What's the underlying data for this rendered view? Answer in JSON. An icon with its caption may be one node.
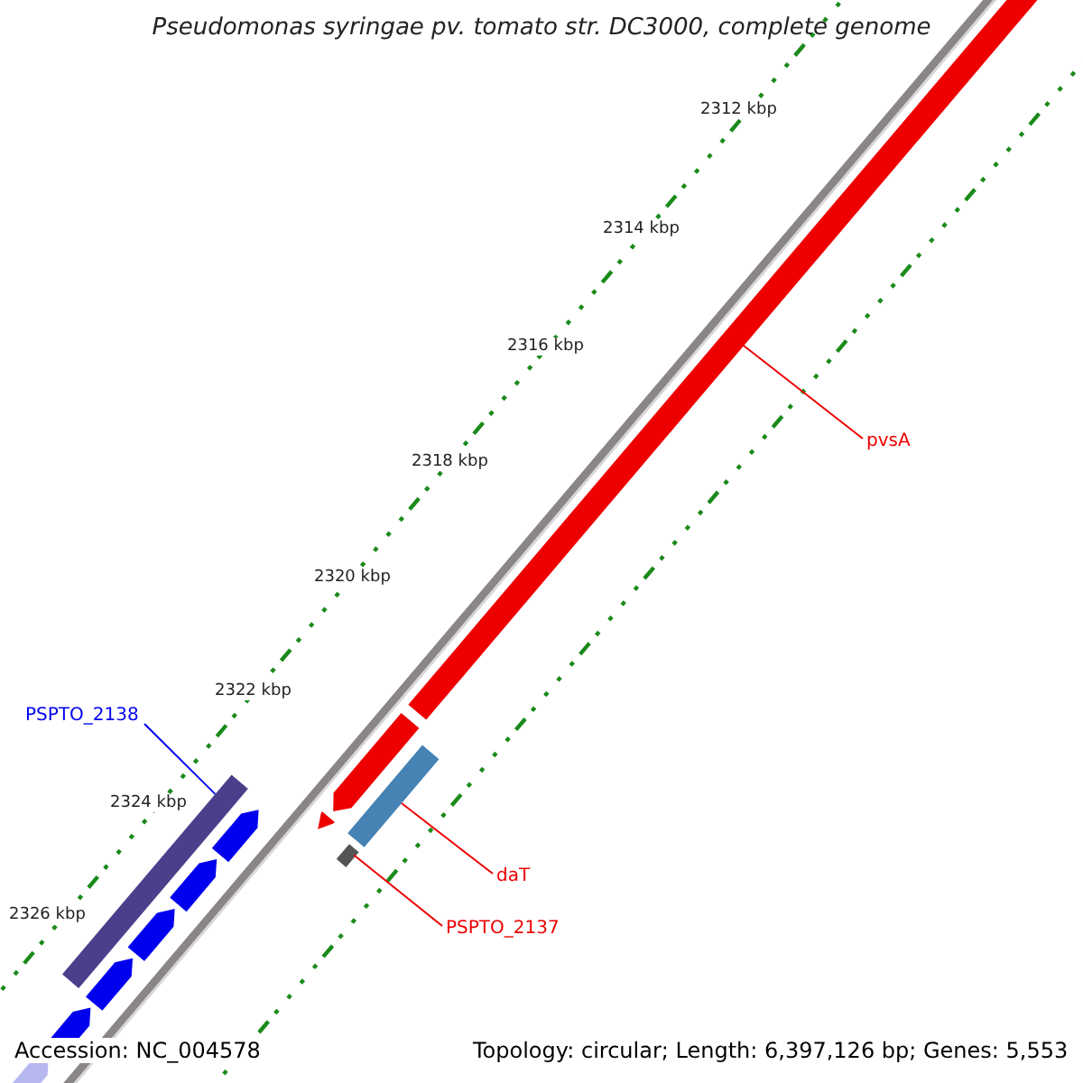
{
  "diagram": {
    "title": "Pseudomonas syringae pv. tomato str. DC3000, complete genome",
    "nodes": [
      {
        "text": [
          "pvsA"
        ]
      },
      {
        "text": [],
        "shape": "bar"
      },
      {
        "text": [
          "daT"
        ]
      },
      {
        "text": [],
        "shape": "bar"
      },
      {
        "text": [
          "PSPTO_2137"
        ]
      },
      {
        "text": [],
        "shape": "box"
      },
      {
        "text": [
          "PSPTO_2138"
        ]
      },
      {
        "text": [],
        "shape": "bar"
      },
      {
        "text": [],
        "shape": "arrow"
      }
    ],
    "edges": [
      {
        "from": 0,
        "to": 1,
        "arrow": "none"
      },
      {
        "from": 2,
        "to": 3,
        "arrow": "none"
      },
      {
        "from": 4,
        "to": 5,
        "arrow": "none"
      },
      {
        "from": 6,
        "to": 7,
        "arrow": "none",
        "color": "#0000ee"
      }
    ],
    "labels": [
      "2312 kbp",
      "2314 kbp",
      "2316 kbp",
      "2318 kbp",
      "2320 kbp",
      "2322 kbp",
      "2324 kbp",
      "2326 kbp",
      "Accession: NC_004578",
      "Topology: circular; Length: 6,397,126 bp; Genes: 5,553"
    ]
  }
}
